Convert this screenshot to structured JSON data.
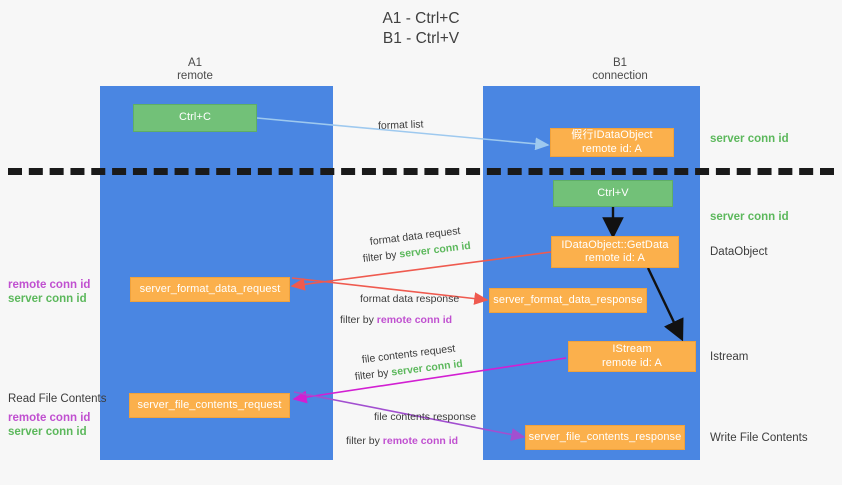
{
  "title": {
    "line1": "A1 - Ctrl+C",
    "line2": "B1 - Ctrl+V"
  },
  "columns": [
    {
      "name": "A1",
      "role": "remote"
    },
    {
      "name": "B1",
      "role": "connection"
    }
  ],
  "legend_keys": {
    "server": "server conn id",
    "remote": "remote conn id"
  },
  "colors": {
    "lane": "#4a86e2",
    "green_box": "#72c178",
    "orange_box": "#fbb04c",
    "server_key": "#5cb85c",
    "remote_key": "#c050d0",
    "arrow_blue": "#9ec9ef",
    "arrow_red": "#ef5a4f",
    "arrow_magenta": "#d21fd2",
    "arrow_purple": "#a24fd0",
    "arrow_black": "#111111",
    "divider": "#1a1a1a"
  },
  "nodes": {
    "ctrl_c": {
      "line1": "Ctrl+C",
      "line2": ""
    },
    "idataobject_get": {
      "line1": "假行IDataObject",
      "line2": "remote id: A"
    },
    "ctrl_v": {
      "line1": "Ctrl+V",
      "line2": ""
    },
    "idataobject_getdata": {
      "line1": "IDataObject::GetData",
      "line2": "remote id: A"
    },
    "server_format_data_request": {
      "line1": "server_format_data_request",
      "line2": ""
    },
    "server_format_data_response": {
      "line1": "server_format_data_response",
      "line2": ""
    },
    "istream": {
      "line1": "IStream",
      "line2": "remote id: A"
    },
    "server_file_contents_request": {
      "line1": "server_file_contents_request",
      "line2": ""
    },
    "server_file_contents_response": {
      "line1": "server_file_contents_response",
      "line2": ""
    }
  },
  "right_labels": {
    "server_conn_id_top": "server conn id",
    "server_conn_id_mid": "server conn id",
    "dataobject": "DataObject",
    "istream": "Istream",
    "write_file_contents": "Write File Contents"
  },
  "left_labels": {
    "conn_block_1_remote": "remote conn id",
    "conn_block_1_server": "server conn id",
    "read_file_contents": "Read File Contents",
    "conn_block_2_remote": "remote conn id",
    "conn_block_2_server": "server conn id"
  },
  "edges": [
    {
      "id": "format-list",
      "label": "format list",
      "filter_prefix": "",
      "filter_key": ""
    },
    {
      "id": "format-data-request",
      "label": "format data request",
      "filter_prefix": "filter by ",
      "filter_key": "server conn id"
    },
    {
      "id": "format-data-response",
      "label": "format data response",
      "filter_prefix": "filter by ",
      "filter_key": "remote conn id"
    },
    {
      "id": "file-contents-request",
      "label": "file contents request",
      "filter_prefix": "filter by ",
      "filter_key": "server conn id"
    },
    {
      "id": "file-contents-response",
      "label": "file contents response",
      "filter_prefix": "filter by ",
      "filter_key": "remote conn id"
    }
  ]
}
